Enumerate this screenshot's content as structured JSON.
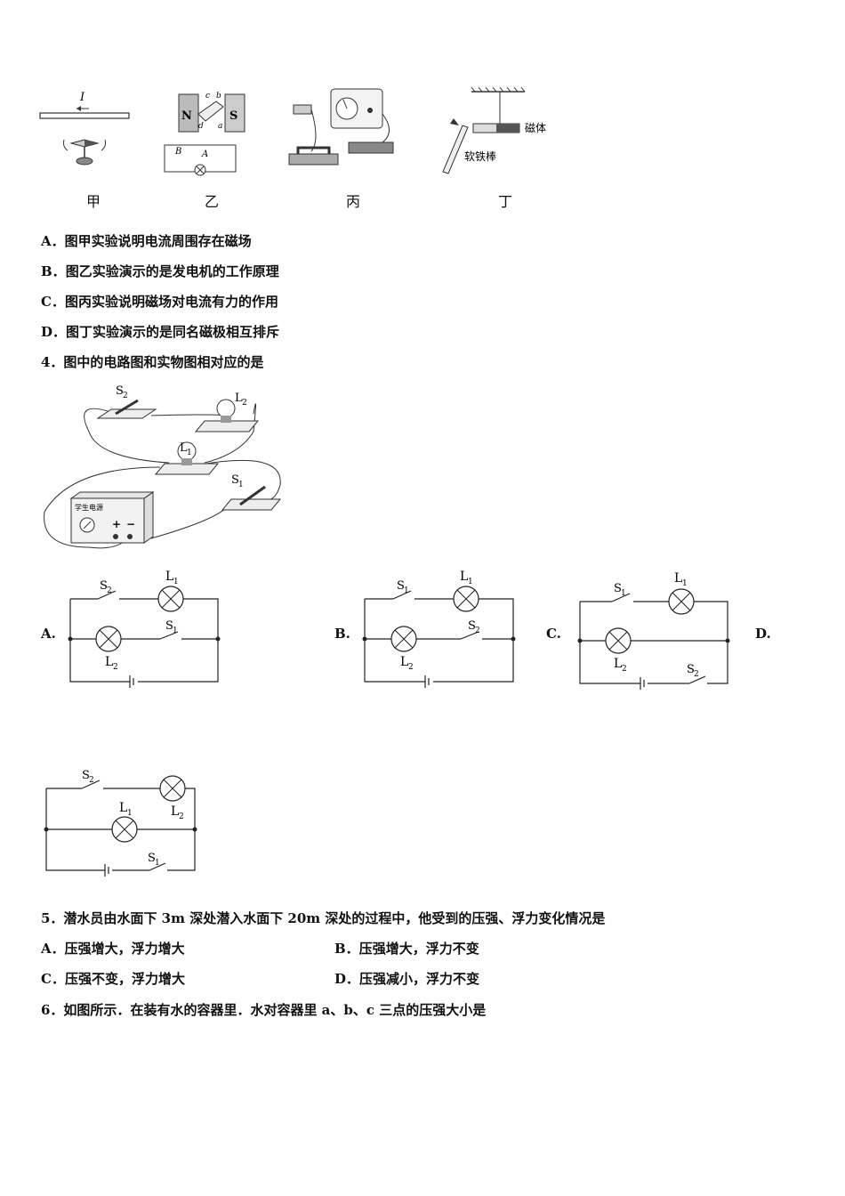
{
  "fig3": {
    "captions": [
      "甲",
      "乙",
      "丙",
      "丁"
    ],
    "label_current": "I",
    "label_N": "N",
    "label_S": "S",
    "label_a": "a",
    "label_b": "b",
    "label_c": "c",
    "label_d": "d",
    "label_A": "A",
    "label_B": "B",
    "label_magnet": "磁体",
    "label_rod": "软铁棒"
  },
  "q3_options": [
    {
      "letter": "A．",
      "text": "图甲实验说明电流周围存在磁场"
    },
    {
      "letter": "B．",
      "text": "图乙实验演示的是发电机的工作原理"
    },
    {
      "letter": "C．",
      "text": "图丙实验说明磁场对电流有力的作用"
    },
    {
      "letter": "D．",
      "text": "图丁实验演示的是同名磁极相互排斥"
    }
  ],
  "q4": {
    "stem": "4．图中的电路图和实物图相对应的是",
    "photo_labels": {
      "S2": "S",
      "S2sub": "2",
      "L2": "L",
      "L2sub": "2",
      "L1": "L",
      "L1sub": "1",
      "S1": "S",
      "S1sub": "1",
      "supply": "学生电源",
      "plus": "+",
      "minus": "−"
    },
    "options": [
      "A.",
      "B.",
      "C.",
      "D."
    ],
    "circuit_labels": {
      "S": "S",
      "L": "L",
      "one": "1",
      "two": "2"
    }
  },
  "q5": {
    "stem": "5．潜水员由水面下 3m 深处潜入水面下 20m 深处的过程中，他受到的压强、浮力变化情况是",
    "options": [
      {
        "letter": "A．",
        "text": "压强增大，浮力增大"
      },
      {
        "letter": "B．",
        "text": "压强增大，浮力不变"
      },
      {
        "letter": "C．",
        "text": "压强不变，浮力增大"
      },
      {
        "letter": "D．",
        "text": "压强减小，浮力不变"
      }
    ]
  },
  "q6": {
    "stem": "6．如图所示．在装有水的容器里．水对容器里 a、b、c 三点的压强大小是"
  }
}
